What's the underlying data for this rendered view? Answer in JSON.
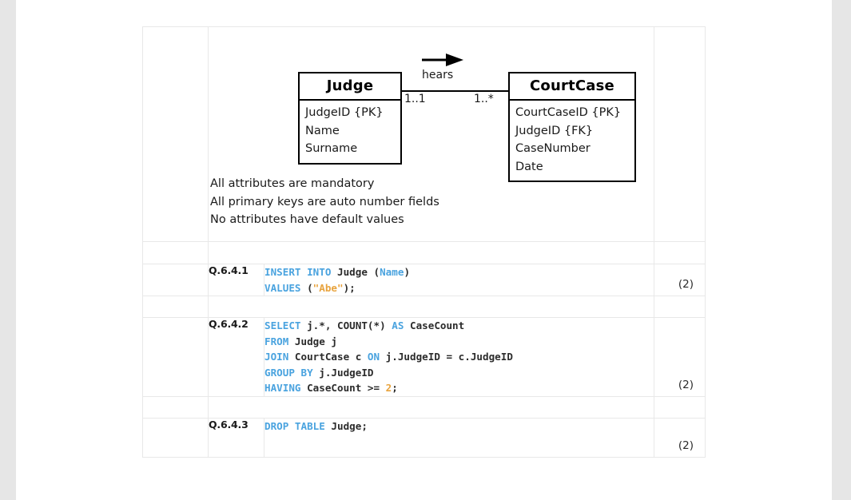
{
  "page": {
    "background": "#ffffff",
    "margin_color": "#e6e6e6"
  },
  "diagram": {
    "type": "uml-class-diagram",
    "entities": [
      {
        "name": "Judge",
        "attributes": [
          "JudgeID {PK}",
          "Name",
          "Surname"
        ]
      },
      {
        "name": "CourtCase",
        "attributes": [
          "CourtCaseID {PK}",
          "JudgeID {FK}",
          "CaseNumber",
          "Date"
        ]
      }
    ],
    "relationship": {
      "label": "hears",
      "direction": "left-to-right",
      "multiplicity_left": "1..1",
      "multiplicity_right": "1..*"
    },
    "notes": [
      "All attributes are mandatory",
      "All primary keys are auto number fields",
      "No attributes have default values"
    ]
  },
  "questions": [
    {
      "number": "Q.6.4.1",
      "marks": "(2)",
      "code_lines": [
        [
          {
            "t": "INSERT INTO ",
            "c": "kw"
          },
          {
            "t": "Judge ",
            "c": "id"
          },
          {
            "t": "(",
            "c": "pun"
          },
          {
            "t": "Name",
            "c": "col"
          },
          {
            "t": ")",
            "c": "pun"
          }
        ],
        [
          {
            "t": "VALUES ",
            "c": "kw"
          },
          {
            "t": "(",
            "c": "pun"
          },
          {
            "t": "\"Abe\"",
            "c": "str"
          },
          {
            "t": ");",
            "c": "pun"
          }
        ]
      ]
    },
    {
      "number": "Q.6.4.2",
      "marks": "(2)",
      "code_lines": [
        [
          {
            "t": "SELECT ",
            "c": "kw"
          },
          {
            "t": "j.*, COUNT(*) ",
            "c": "id"
          },
          {
            "t": "AS ",
            "c": "kw"
          },
          {
            "t": "CaseCount",
            "c": "id"
          }
        ],
        [
          {
            "t": "FROM ",
            "c": "kw"
          },
          {
            "t": "Judge j",
            "c": "id"
          }
        ],
        [
          {
            "t": "JOIN ",
            "c": "kw"
          },
          {
            "t": "CourtCase c ",
            "c": "id"
          },
          {
            "t": "ON ",
            "c": "kw"
          },
          {
            "t": "j.JudgeID = c.JudgeID",
            "c": "id"
          }
        ],
        [
          {
            "t": "GROUP BY ",
            "c": "kw"
          },
          {
            "t": "j.JudgeID",
            "c": "id"
          }
        ],
        [
          {
            "t": "HAVING ",
            "c": "kw"
          },
          {
            "t": "CaseCount >= ",
            "c": "id"
          },
          {
            "t": "2",
            "c": "num"
          },
          {
            "t": ";",
            "c": "pun"
          }
        ]
      ]
    },
    {
      "number": "Q.6.4.3",
      "marks": "(2)",
      "code_lines": [
        [
          {
            "t": "DROP TABLE ",
            "c": "kw"
          },
          {
            "t": "Judge;",
            "c": "id"
          }
        ]
      ]
    }
  ],
  "colors": {
    "keyword": "#4aa3df",
    "string": "#e8a33d",
    "number": "#e8a33d",
    "identifier": "#2b2b2b",
    "table_border": "#e8e8e8",
    "entity_border": "#000000"
  }
}
